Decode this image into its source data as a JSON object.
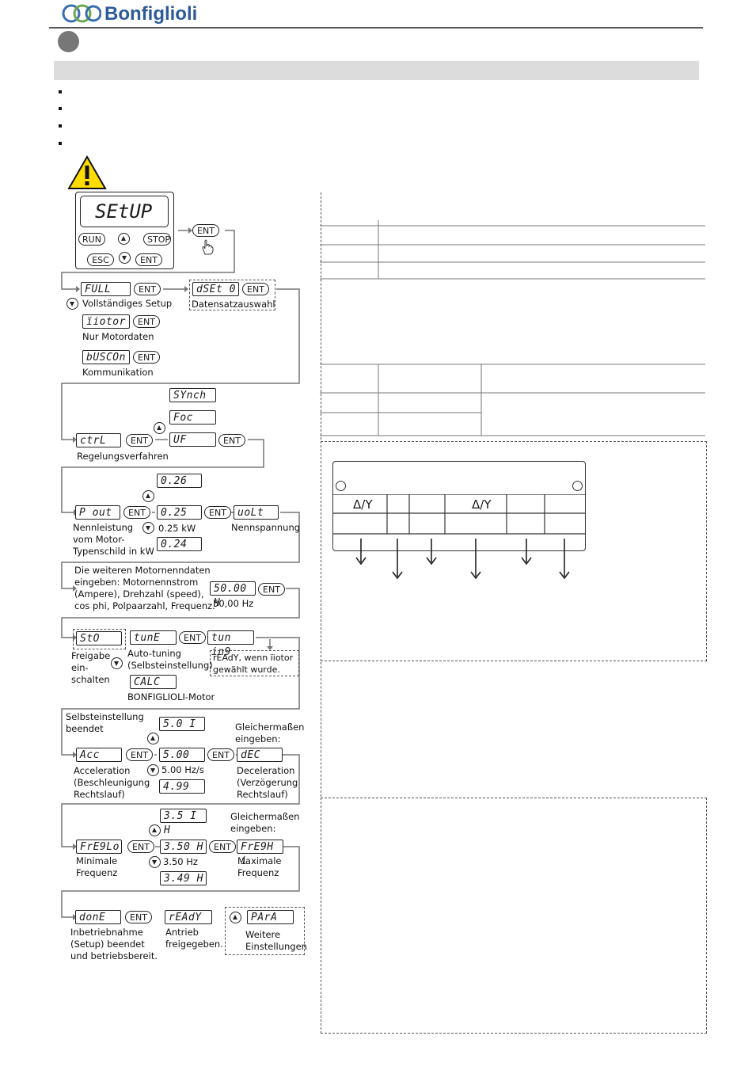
{
  "header": {
    "brand": "Bonfiglioli"
  },
  "keypad": {
    "display": "SEtUP",
    "keys": {
      "run": "RUN",
      "up": "up",
      "stop": "STOP",
      "esc": "ESC",
      "down": "down",
      "ent": "ENT"
    }
  },
  "flow": {
    "ent": "ENT",
    "full": "FULL",
    "full_label": "Vollständiges Setup",
    "dset": "dSEt 0",
    "dset_label": "Datensatzauswahl",
    "motor": "ïiotor",
    "motor_label": "Nur Motordaten",
    "buscon": "bUSCOn",
    "buscon_label": "Kommunikation",
    "synch": "SYnch",
    "foc": "Foc",
    "uf": "UF",
    "ctrl": "ctrL",
    "ctrl_label": "Regelungsverfahren",
    "p026": "0.26",
    "pout": "P out",
    "p025": "0.25",
    "volt": "uoLt",
    "p024": "0.24",
    "pout_label": "Nennleistung\nvom Motor-\nTypenschild in kW",
    "p025_label": "0.25 kW",
    "volt_label": "Nennspannung",
    "motor_data_text": "Die weiteren Motornenndaten\neingeben: Motornennstrom\n(Ampere), Drehzahl (speed),\ncos phi, Polpaarzahl, Frequenz.",
    "freq5000": "50.00 H",
    "freq5000_label": "50,00 Hz",
    "sto": "StO",
    "sto_label": "Freigabe\nein-\nschalten",
    "tune": "tunE",
    "tuning": "tun in9",
    "tune_label": "Auto-tuning\n(Selbsteinstellung)",
    "ready_note": "rEAdY, wenn ïiotor\ngewählt wurde.",
    "calc": "CALC",
    "calc_label": "BONFIGLIOLI-Motor",
    "selftune_done": "Selbsteinstellung\nbeendet",
    "same1": "Gleichermaßen\neingeben:",
    "acc501": "5.0 I",
    "acc": "Acc",
    "acc500": "5.00",
    "dec": "dEC",
    "acc499": "4.99",
    "acc_label": "Acceleration\n(Beschleunigung\nRechtslauf)",
    "acc500_label": "5.00 Hz/s",
    "dec_label": "Deceleration\n(Verzögerung\nRechtslauf)",
    "f351": "3.5 I H",
    "same2": "Gleichermaßen\neingeben:",
    "freqlo": "FrE9Lo",
    "f350": "3.50 H",
    "freqhi": "FrE9H i",
    "f349": "3.49 H",
    "freqlo_label": "Minimale\nFrequenz",
    "f350_label": "3.50 Hz",
    "freqhi_label": "Maximale\nFrequenz",
    "done": "donE",
    "done_label": "Inbetriebnahme\n(Setup) beendet\nund betriebsbereit.",
    "ready": "rEAdY",
    "ready_label": "Antrieb\nfreigegeben.",
    "para": "PArA",
    "para_label": "Weitere\nEinstellungen"
  },
  "nameplate": {
    "delta_star_1": "Δ/Y",
    "delta_star_2": "Δ/Y"
  }
}
